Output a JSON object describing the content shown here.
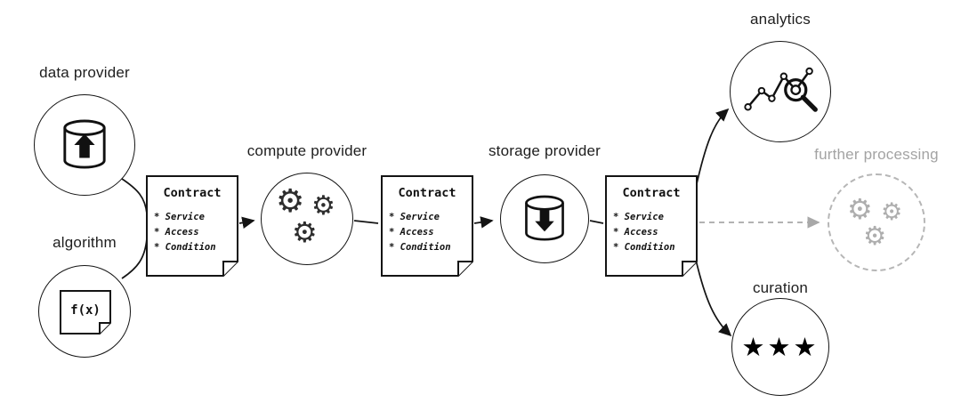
{
  "nodes": {
    "data_provider": {
      "label": "data provider",
      "icon": "database-upload-icon"
    },
    "algorithm": {
      "label": "algorithm",
      "formula": "f(x)",
      "icon": "formula-note-icon"
    },
    "compute_provider": {
      "label": "compute provider",
      "icon": "gears-icon"
    },
    "storage_provider": {
      "label": "storage provider",
      "icon": "database-download-icon"
    },
    "analytics": {
      "label": "analytics",
      "icon": "chart-magnifier-icon"
    },
    "further_processing": {
      "label": "further processing",
      "icon": "gears-icon-muted"
    },
    "curation": {
      "label": "curation",
      "stars": "★★★",
      "icon": "three-stars-icon"
    }
  },
  "contract": {
    "title": "Contract",
    "items": [
      "* Service",
      "* Access",
      "* Condition"
    ]
  },
  "icons": {
    "gear": "⚙"
  },
  "colors": {
    "stroke": "#141414",
    "muted": "#a8a8a8",
    "background": "#ffffff"
  }
}
